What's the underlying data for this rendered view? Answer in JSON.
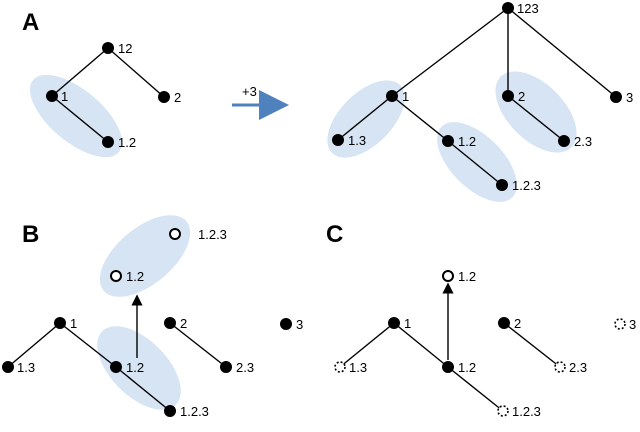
{
  "panels": {
    "a": {
      "letter": "A",
      "operation_label": "+3",
      "left_tree": {
        "root": "12",
        "n1": "1",
        "n2": "2",
        "n12": "1.2"
      },
      "right_tree": {
        "root": "123",
        "n1": "1",
        "n2": "2",
        "n3": "3",
        "n13": "1.3",
        "n12": "1.2",
        "n123": "1.2.3",
        "n23": "2.3"
      }
    },
    "b": {
      "letter": "B",
      "n1": "1",
      "n13": "1.3",
      "n12": "1.2",
      "n123": "1.2.3",
      "n2": "2",
      "n23": "2.3",
      "n3": "3",
      "moved_n12": "1.2",
      "moved_n123": "1.2.3"
    },
    "c": {
      "letter": "C",
      "n1": "1",
      "n13": "1.3",
      "n12": "1.2",
      "n123": "1.2.3",
      "n2": "2",
      "n23": "2.3",
      "n3": "3",
      "moved_n12": "1.2"
    }
  },
  "colors": {
    "highlight": "#d6e4f3",
    "arrow": "#4f81bd",
    "node": "#000000"
  }
}
